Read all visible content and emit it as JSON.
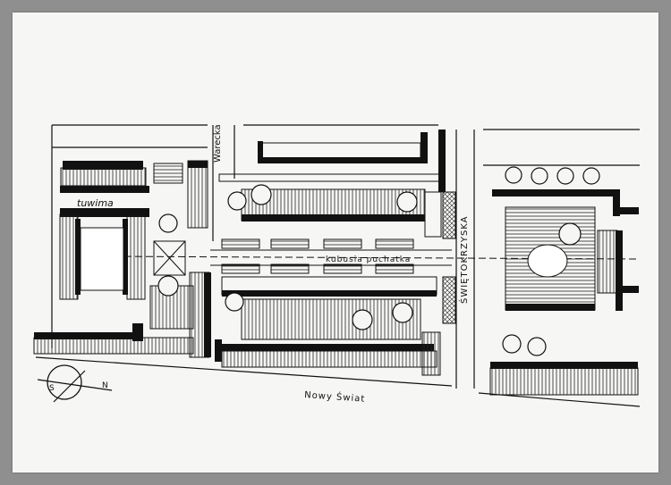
{
  "streets": {
    "warecka": "Warecka",
    "tuwima": "tuwima",
    "kubusia_puchatka": "kubusia puchatka",
    "swietokrzyska": "ŚWIĘTOKRZYSKA",
    "nowy_swiat": "Nowy Świat"
  },
  "compass": {
    "south": "S",
    "north": "N"
  },
  "colors": {
    "ink": "#111111",
    "paper": "#f6f6f4",
    "background": "#8f8f8f"
  }
}
